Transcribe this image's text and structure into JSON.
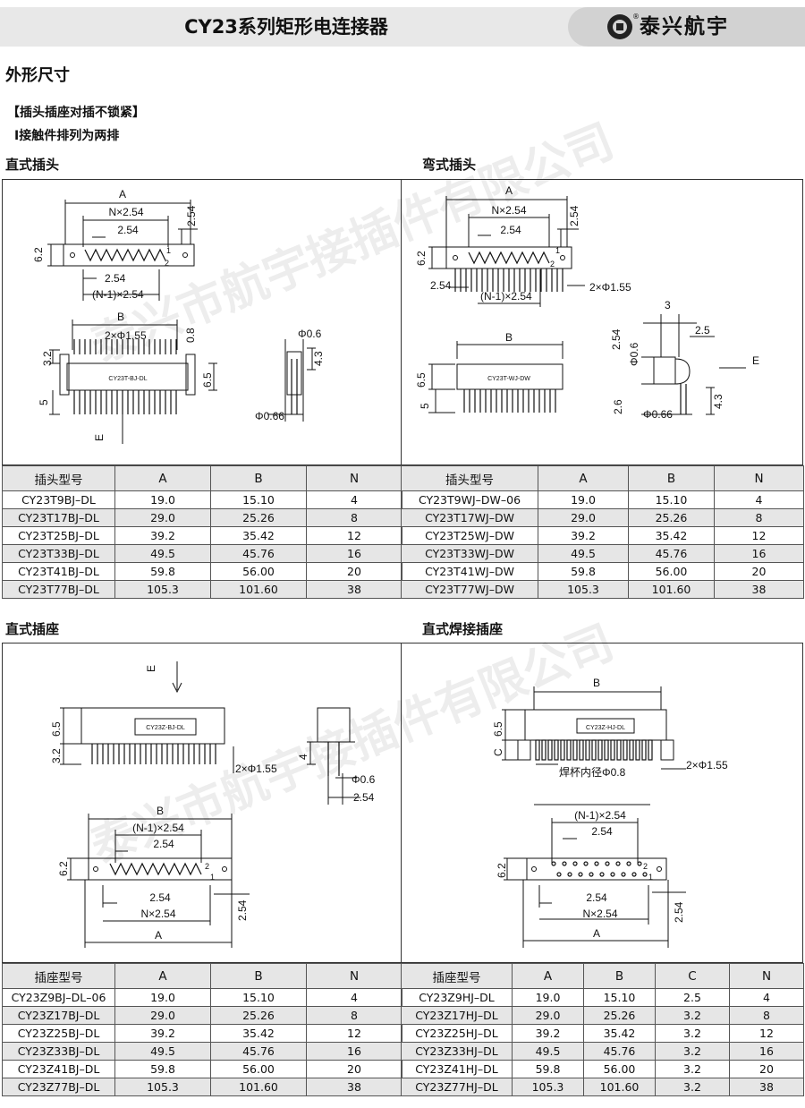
{
  "header": {
    "title": "CY23系列矩形电连接器",
    "brand": "泰兴航宇"
  },
  "heading": "外形尺寸",
  "note_title": "【插头插座对插不锁紧】",
  "note_sub": "I接触件排列为两排",
  "watermark": "泰兴市航宇接插件有限公司",
  "sections": {
    "straight_plug": "直式插头",
    "bent_plug": "弯式插头",
    "straight_socket": "直式插座",
    "straight_weld_socket": "直式焊接插座"
  },
  "drawings": {
    "straight_plug": {
      "dims": [
        "A",
        "N×2.54",
        "2.54",
        "2.54",
        "6.2",
        "1",
        "2",
        "2.54",
        "(N-1)×2.54",
        "B",
        "2×Φ1.55",
        "0.8",
        "3.2",
        "6.5",
        "5",
        "E",
        "Φ0.6",
        "4.3",
        "Φ0.66"
      ],
      "part_label": "CY23T-BJ-DL"
    },
    "bent_plug": {
      "dims": [
        "A",
        "N×2.54",
        "2.54",
        "2.54",
        "6.2",
        "1",
        "2",
        "2.54",
        "(N-1)×2.54",
        "2×Φ1.55",
        "B",
        "3",
        "2.5",
        "2.54",
        "Φ0.6",
        "E",
        "6.5",
        "5",
        "2.6",
        "Φ0.66",
        "4.3"
      ],
      "part_label": "CY23T-WJ-DW"
    },
    "straight_socket": {
      "dims": [
        "E",
        "6.5",
        "3.2",
        "4",
        "2×Φ1.55",
        "Φ0.6",
        "2.54",
        "B",
        "(N-1)×2.54",
        "2.54",
        "6.2",
        "2",
        "1",
        "2.54",
        "N×2.54",
        "2.54",
        "A"
      ],
      "part_label": "CY23Z-BJ-DL"
    },
    "straight_weld_socket": {
      "dims": [
        "B",
        "6.5",
        "C",
        "焊杯内径Φ0.8",
        "2×Φ1.55",
        "(N-1)×2.54",
        "2.54",
        "6.2",
        "2",
        "1",
        "2.54",
        "N×2.54",
        "2.54",
        "A"
      ],
      "part_label": "CY23Z-HJ-DL"
    }
  },
  "tables": {
    "straight_plug": {
      "headers": [
        "插头型号",
        "A",
        "B",
        "N"
      ],
      "rows": [
        [
          "CY23T9BJ–DL",
          "19.0",
          "15.10",
          "4"
        ],
        [
          "CY23T17BJ–DL",
          "29.0",
          "25.26",
          "8"
        ],
        [
          "CY23T25BJ–DL",
          "39.2",
          "35.42",
          "12"
        ],
        [
          "CY23T33BJ–DL",
          "49.5",
          "45.76",
          "16"
        ],
        [
          "CY23T41BJ–DL",
          "59.8",
          "56.00",
          "20"
        ],
        [
          "CY23T77BJ–DL",
          "105.3",
          "101.60",
          "38"
        ]
      ]
    },
    "bent_plug": {
      "headers": [
        "插头型号",
        "A",
        "B",
        "N"
      ],
      "rows": [
        [
          "CY23T9WJ–DW–06",
          "19.0",
          "15.10",
          "4"
        ],
        [
          "CY23T17WJ–DW",
          "29.0",
          "25.26",
          "8"
        ],
        [
          "CY23T25WJ–DW",
          "39.2",
          "35.42",
          "12"
        ],
        [
          "CY23T33WJ–DW",
          "49.5",
          "45.76",
          "16"
        ],
        [
          "CY23T41WJ–DW",
          "59.8",
          "56.00",
          "20"
        ],
        [
          "CY23T77WJ–DW",
          "105.3",
          "101.60",
          "38"
        ]
      ]
    },
    "straight_socket": {
      "headers": [
        "插座型号",
        "A",
        "B",
        "N"
      ],
      "rows": [
        [
          "CY23Z9BJ–DL–06",
          "19.0",
          "15.10",
          "4"
        ],
        [
          "CY23Z17BJ–DL",
          "29.0",
          "25.26",
          "8"
        ],
        [
          "CY23Z25BJ–DL",
          "39.2",
          "35.42",
          "12"
        ],
        [
          "CY23Z33BJ–DL",
          "49.5",
          "45.76",
          "16"
        ],
        [
          "CY23Z41BJ–DL",
          "59.8",
          "56.00",
          "20"
        ],
        [
          "CY23Z77BJ–DL",
          "105.3",
          "101.60",
          "38"
        ]
      ]
    },
    "straight_weld_socket": {
      "headers": [
        "插座型号",
        "A",
        "B",
        "C",
        "N"
      ],
      "rows": [
        [
          "CY23Z9HJ–DL",
          "19.0",
          "15.10",
          "2.5",
          "4"
        ],
        [
          "CY23Z17HJ–DL",
          "29.0",
          "25.26",
          "3.2",
          "8"
        ],
        [
          "CY23Z25HJ–DL",
          "39.2",
          "35.42",
          "3.2",
          "12"
        ],
        [
          "CY23Z33HJ–DL",
          "49.5",
          "45.76",
          "3.2",
          "16"
        ],
        [
          "CY23Z41HJ–DL",
          "59.8",
          "56.00",
          "3.2",
          "20"
        ],
        [
          "CY23Z77HJ–DL",
          "105.3",
          "101.60",
          "3.2",
          "38"
        ]
      ]
    }
  }
}
